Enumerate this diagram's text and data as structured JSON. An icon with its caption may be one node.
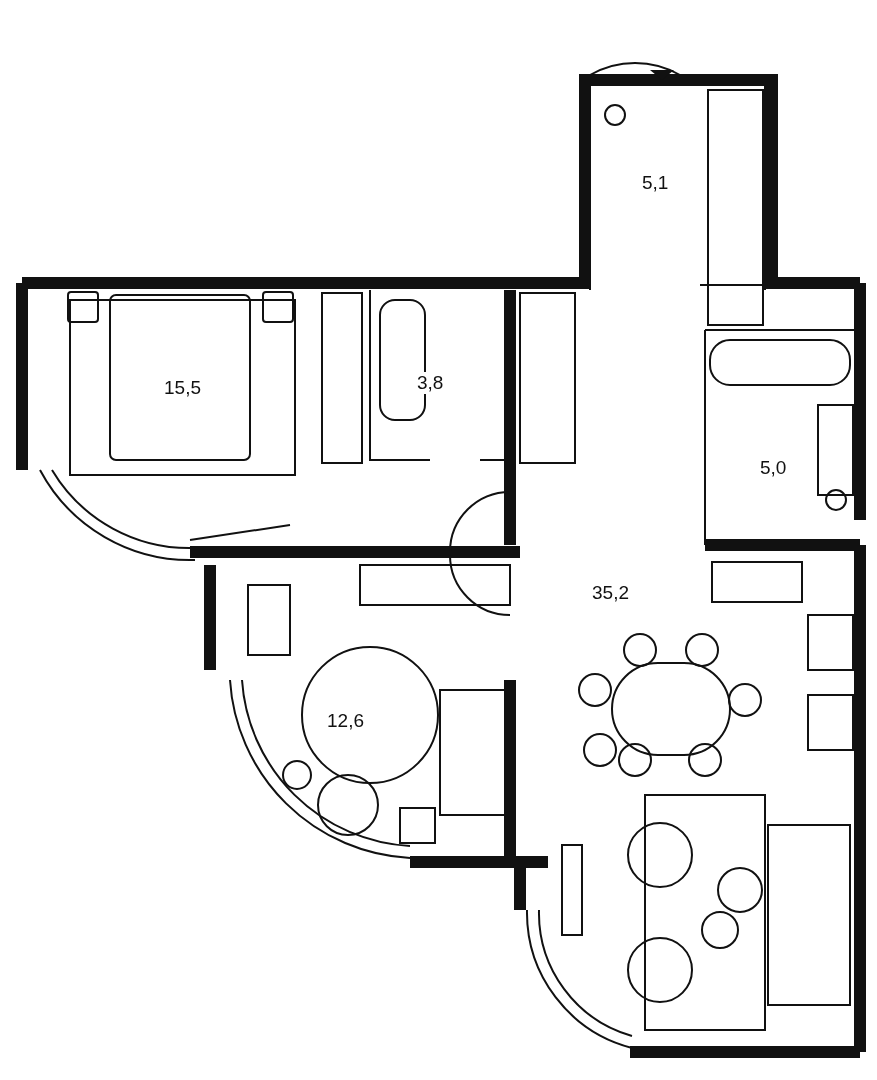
{
  "diagram": {
    "labels": [
      "5,1",
      "15,5",
      "3,8",
      "5,0",
      "35,2",
      "12,6"
    ]
  }
}
